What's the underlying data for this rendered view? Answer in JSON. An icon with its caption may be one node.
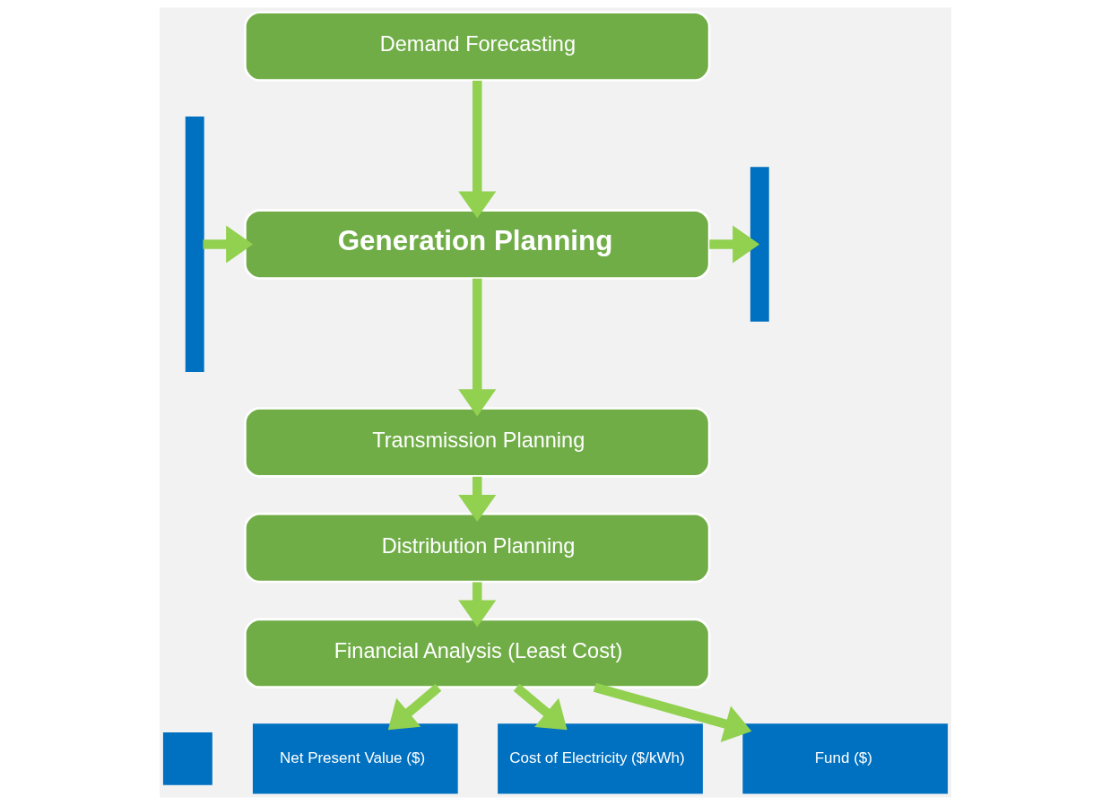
{
  "diagram": {
    "nodes": [
      {
        "text": [],
        "shape": "bar"
      },
      {
        "text": [
          "Demand Forecasting"
        ]
      },
      {
        "text": [
          "Generation Planning"
        ]
      },
      {
        "text": [],
        "shape": "bar"
      },
      {
        "text": [
          "Transmission Planning"
        ]
      },
      {
        "text": [
          "Distribution Planning"
        ]
      },
      {
        "text": [
          "Financial Analysis (Least Cost)"
        ]
      },
      {
        "text": [],
        "shape": "box"
      },
      {
        "text": [
          "Net Present Value ($)"
        ]
      },
      {
        "text": [
          "Cost of Electricity ($/kWh)"
        ]
      },
      {
        "text": [
          "Fund ($)"
        ]
      }
    ],
    "edges": [
      {
        "from": 0,
        "to": 2,
        "arrow": "to"
      },
      {
        "from": 1,
        "to": 2,
        "arrow": "to"
      },
      {
        "from": 2,
        "to": 3,
        "arrow": "to"
      },
      {
        "from": 2,
        "to": 4,
        "arrow": "to"
      },
      {
        "from": 4,
        "to": 5,
        "arrow": "to"
      },
      {
        "from": 5,
        "to": 6,
        "arrow": "to"
      },
      {
        "from": 6,
        "to": 8,
        "arrow": "to"
      },
      {
        "from": 6,
        "to": 9,
        "arrow": "to"
      },
      {
        "from": 6,
        "to": 10,
        "arrow": "to"
      }
    ]
  }
}
